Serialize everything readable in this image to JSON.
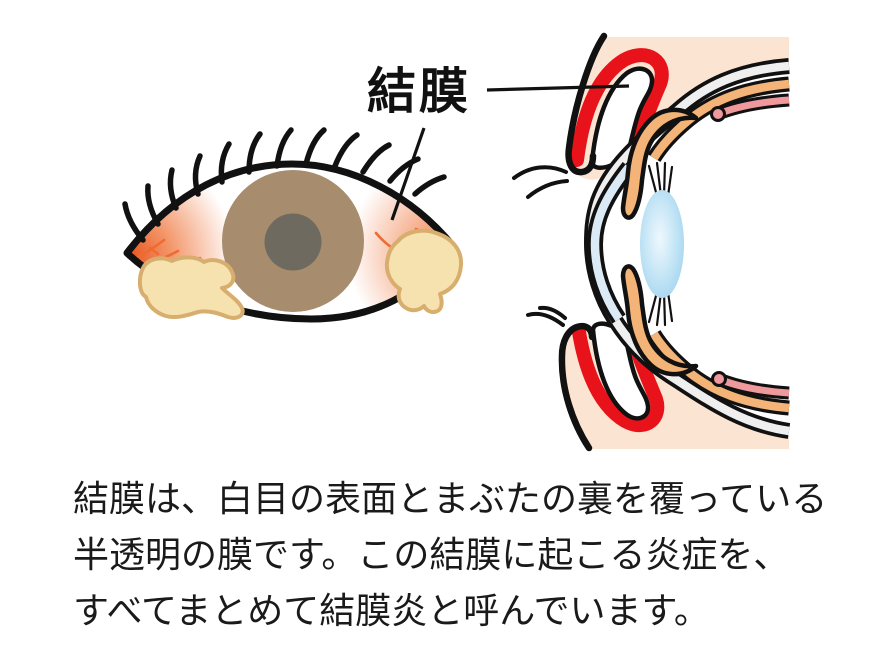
{
  "label": {
    "text": "結膜"
  },
  "caption": {
    "lines": [
      "結膜は、白目の表面とまぶたの裏を覆っている",
      "半透明の膜です。この結膜に起こる炎症を、",
      "すべてまとめて結膜炎と呼んでいます。"
    ]
  },
  "palette": {
    "outline_black": "#111111",
    "text_black": "#1a1a1a",
    "conjunctiva_red": "#e8131a",
    "skin": "#fce4d2",
    "sclera_band_gray": "#efefef",
    "choroid_orange": "#f4b377",
    "retina_pink": "#f0999c",
    "cornea_blue": "#dceaf5",
    "lens_blue_edge": "#8fc9ec",
    "lens_blue_center": "#eff8fd",
    "iris_brown": "#a78c6e",
    "pupil_gray": "#6f6a60",
    "vessel_orange": "#ee6b33",
    "discharge_fill": "#f6e2af",
    "discharge_outline": "#d8ae6f"
  }
}
